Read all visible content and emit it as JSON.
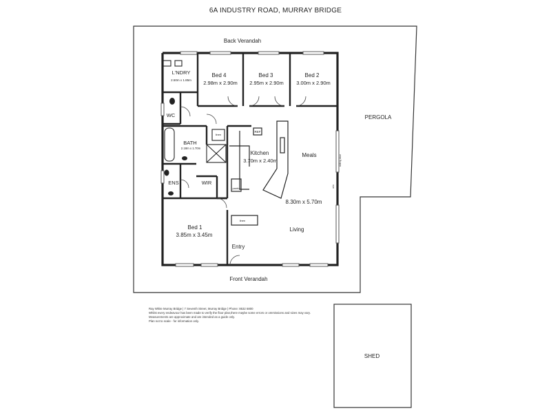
{
  "title": "6A INDUSTRY ROAD, MURRAY BRIDGE",
  "labels": {
    "back_verandah": "Back Verandah",
    "front_verandah": "Front Verandah",
    "pergola": "PERGOLA",
    "laundry": "L'NDRY",
    "laundry_dim": "2.50m x 1.85m",
    "bed4": "Bed 4",
    "bed4_dim": "2.98m x 2.90m",
    "bed3": "Bed 3",
    "bed3_dim": "2.95m x 2.90m",
    "bed2": "Bed 2",
    "bed2_dim": "3.00m x 2.90m",
    "wc": "WC",
    "linen_top": "linen",
    "ref": "REF",
    "bath": "BATH",
    "bath_dim": "2.18m x 1.70m",
    "kitchen": "Kitchen",
    "kitchen_dim": "3.70m x 2.40m",
    "meals": "Meals",
    "sliding_door": "sliding door",
    "ens": "ENS",
    "wir": "WIR",
    "pantry": "pantry",
    "meals_living_dim": "8.30m x 5.70m",
    "wall_label": "w/o",
    "linen_bottom": "linen",
    "bed1": "Bed 1",
    "bed1_dim": "3.85m x 3.45m",
    "living": "Living",
    "entry": "Entry",
    "shed": "SHED"
  },
  "disclaimer": {
    "line1": "Ray White Murray Bridge | 7 Seventh Street, Murray Bridge | Phone: 8532 6800",
    "line2": "Whilst every endeavour has been made to verify the floor plan,there maybe some errors or ommissions and sizes may vary.",
    "line3": "Measurements are approximate and are intended as a guide only.",
    "line4": "Plan not to scale - for information only."
  }
}
